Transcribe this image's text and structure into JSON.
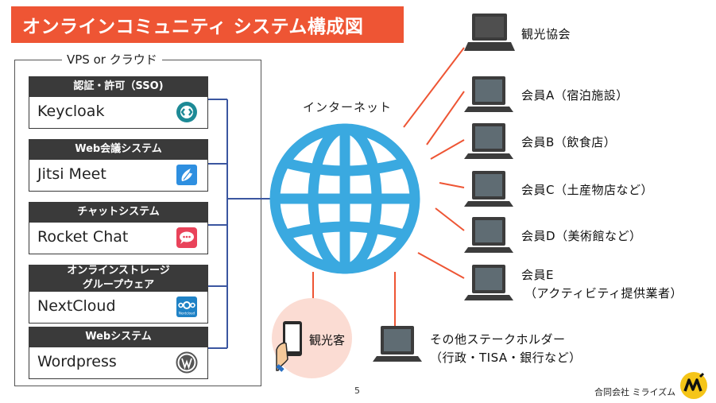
{
  "title": "オンラインコミュニティ システム構成図",
  "vps_label": "VPS or クラウド",
  "services": [
    {
      "header": "認証・許可（SSO)",
      "name": "Keycloak"
    },
    {
      "header": "Web会議システム",
      "name": "Jitsi Meet"
    },
    {
      "header": "チャットシステム",
      "name": "Rocket Chat"
    },
    {
      "header": "オンラインストレージ\nグループウェア",
      "name": "NextCloud",
      "icon_caption": "Nextcloud"
    },
    {
      "header": "Webシステム",
      "name": "Wordpress"
    }
  ],
  "internet_label": "インターネット",
  "nodes": [
    {
      "label": "観光協会"
    },
    {
      "label": "会員A（宿泊施設）"
    },
    {
      "label": "会員B（飲食店）"
    },
    {
      "label": "会員C（土産物店など）"
    },
    {
      "label": "会員D（美術館など）"
    },
    {
      "label": "会員E",
      "label2": "（アクティビティ提供業者）"
    },
    {
      "label": "その他ステークホルダー",
      "label2": "（行政・TISA・銀行など）"
    }
  ],
  "tourist_label": "観光客",
  "page_number": "5",
  "company": "合同会社 ミライズム",
  "colors": {
    "accent": "#ee5534",
    "globe": "#3aa9e0",
    "connector": "#ee5534",
    "bus": "#3b56a0",
    "header_bg": "#3a3a3a",
    "laptop": "#3c3c3c",
    "laptop_screen": "#5f6c73",
    "tourist_bg": "#fbdcd3"
  }
}
